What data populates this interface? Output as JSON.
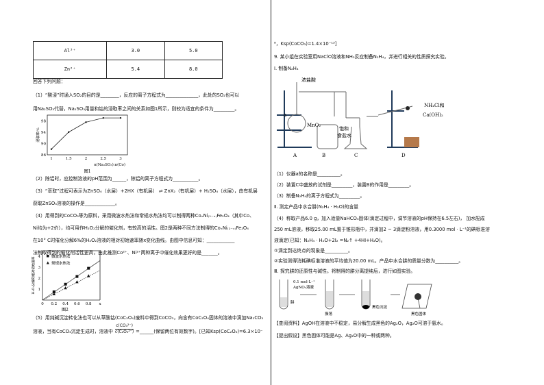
{
  "table": {
    "rows": [
      [
        "Al³⁺",
        "3.0",
        "5.0"
      ],
      [
        "Zn²⁺",
        "5.4",
        "8.0"
      ]
    ]
  },
  "left": {
    "intro": "回答下列问题：",
    "q1_a": "（1）“酸浸”时通入SO₂的目的是________，反应的离子方程式为______________，此处的SO₂也可以",
    "q1_b": "用Na₂SO₃代替，Na₂SO₃用量和钴的浸取率之间的关系如图1所示，则较为适宜的条件为_________。",
    "q2": "（2）除铝时，应控制溶液的pH范围为______，除铝的离子方程式为___________。",
    "q3_a": "（3）“萃取”过程可表示为ZnSO₄（水层）+2HX（有机层） ⇌ ZnX₂（有机层）+ H₂SO₄（水层），由有机层",
    "q3_b": "获取ZnSO₄溶液的操作是_____________。",
    "q4_a": "（4）用得到的CoCO₃等为原料，采用微波水热法和常规水热法均可以制得两种CoₓNi₍₁₋ₓ₎Fe₂O₄（其中Co、",
    "q4_b": "Ni均为+2价），均可用作H₂O₂分解的催化剂，有较高的活性。图2是两种不同方法制得的CoₓNi₍₁₋ₓ₎Fe₂O₄",
    "q4_c": "在10° C时催化分解6%的H₂O₂溶液的相对初始速率随x变化曲线。由图中信息可知：____________",
    "q4_d": "法制取得到的催化剂活性更高，由此推测Co²⁺、Ni²⁺两种离子中催化效果更好的是_______。",
    "q5_a": "（5）用纯碱沉淀转化法也可以从草酸钴(CoC₂O₄)废料中得到CoCO₃，向含有CoC₂O₄固体的溶液中滴加Na₂CO₃",
    "q5_num": "c(CO₃²⁻)",
    "q5_den": "c(C₂O₄²⁻)",
    "q5_b": "溶液，当有CoCO₃沉淀生成时，溶液中",
    "q5_c": "=______(保留两位有效数字)。[已知Ksp(CoC₂O₄)=6.3×10⁻"
  },
  "right": {
    "cont": "⁸，Ksp(CoCO₃)=1.4×10⁻¹³]",
    "q9": "9. 某小组在实验室用NaClO溶液和NH₃反应制备N₂H₄，并进行相关的性质探究实验。",
    "part1": "Ⅰ. 制备N₂H₄",
    "app_labels": {
      "hcl": "浓盐酸",
      "mno2": "MnO₂",
      "a": "a",
      "nacl1": "饱和",
      "nacl2": "食盐水",
      "nh4cl1": "NH₄Cl和",
      "nh4cl2": "Ca(OH)₂",
      "A": "A",
      "B": "B",
      "C": "C",
      "D": "D"
    },
    "r1": "（1）仪器a的名称是__________。",
    "r2": "（2）装置C中盛放的试剂是_________，装置B的作用是_________。",
    "r3": "（3）制备N₂H₄的离子方程式为_________。",
    "part2": "Ⅱ. 测定产品中水合肼(N₂H₄ · H₂O)的含量",
    "r4_a": "（4）称取产品6.0 g，加入适量NaHCO₃固体(滴定过程中，调节溶液的pH保持在6.5左右)， 加水配成",
    "r4_b": "250 mL溶液，移取25.00 mL置于锥形瓶中，并滴加2 ~ 3滴淀粉溶液，用0.3000 mol · L⁻¹的碘标准溶",
    "r4_c": "液滴定(已知：N₂H₄ · H₂O+2I₂ =N₂↑ +4HI+H₂O)。",
    "r4_d": "①滴定到达终点的现象是__________。",
    "r4_e": "②实验测得消耗碘标准溶液的平均值为20.00 mL，产品中水合肼的质量分数为__________。",
    "part3": "Ⅲ. 探究肼的还原性与碱性。将制得的肼分离提纯后，进行如图实验。",
    "exp_labels": {
      "agno3_1": "0.1 mol·L⁻¹",
      "agno3_2": "AgNO₃溶液",
      "hydrazine": "肼",
      "shake": "振荡",
      "ppt": "黑色沉淀",
      "solid": "黑色固体"
    },
    "info": "【查阅资料】AgOH在溶液中不稳定，易分解生成黑色的Ag₂O，Ag₂O可溶于氨水。",
    "hyp": "【提出假设】黑色固体可能是Ag、Ag₂O中的一种或两种。"
  },
  "chart_data": [
    {
      "type": "line",
      "title": "图1",
      "xlabel": "n(Na₂SO₃):n(Co)",
      "ylabel": "浸取率/%",
      "x": [
        1,
        1.5,
        2,
        2.5,
        3
      ],
      "values": [
        88,
        94,
        97.5,
        99,
        99
      ],
      "xticks": [
        "1",
        "1.5",
        "2",
        "2.5",
        "3"
      ],
      "yticks": [
        "86",
        "90",
        "94",
        "98"
      ],
      "ylim": [
        86,
        100
      ]
    },
    {
      "type": "scatter",
      "title": "图2",
      "xlabel": "x",
      "ylabel": "H₂O₂分解的相对初始速率",
      "xticks": [
        "0",
        "0.2",
        "0.4",
        "0.6",
        "0.8",
        "x"
      ],
      "yticks": [
        "1",
        "2",
        "3",
        "4"
      ],
      "xlim": [
        0,
        1
      ],
      "ylim": [
        0,
        4.5
      ],
      "series": [
        {
          "name": "微波水热法",
          "marker": "square",
          "x": [
            0.2,
            0.4,
            0.6,
            0.8
          ],
          "values": [
            0.75,
            1.45,
            2.15,
            2.9
          ]
        },
        {
          "name": "常规水热法",
          "marker": "triangle",
          "x": [
            0.2,
            0.4,
            0.6,
            0.8
          ],
          "values": [
            0.55,
            1.1,
            1.65,
            2.2
          ]
        }
      ]
    }
  ]
}
